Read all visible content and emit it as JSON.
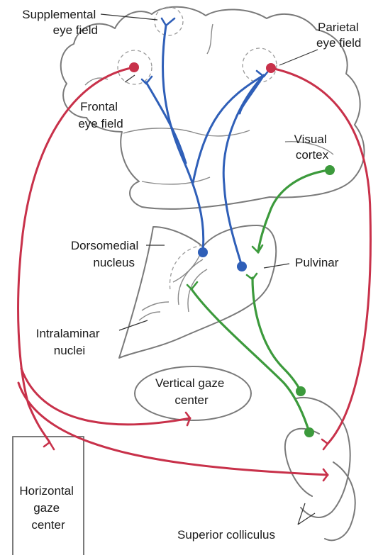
{
  "colors": {
    "blue_pathway": "#2f5fb8",
    "red_pathway": "#c8314a",
    "green_pathway": "#3c9a3c",
    "outline": "#7a7a7a"
  },
  "labels": {
    "supplemental_eye_field": [
      "Supplemental",
      "eye field"
    ],
    "parietal_eye_field": [
      "Parietal",
      "eye field"
    ],
    "frontal_eye_field": [
      "Frontal",
      "eye field"
    ],
    "visual_cortex": [
      "Visual",
      "cortex"
    ],
    "dorsomedial_nucleus": [
      "Dorsomedial",
      "nucleus"
    ],
    "pulvinar": "Pulvinar",
    "intralaminar_nuclei": [
      "Intralaminar",
      "nuclei"
    ],
    "vertical_gaze_center": [
      "Vertical gaze",
      "center"
    ],
    "horizontal_gaze_center": [
      "Horizontal",
      "gaze",
      "center"
    ],
    "superior_colliculus": "Superior colliculus"
  }
}
